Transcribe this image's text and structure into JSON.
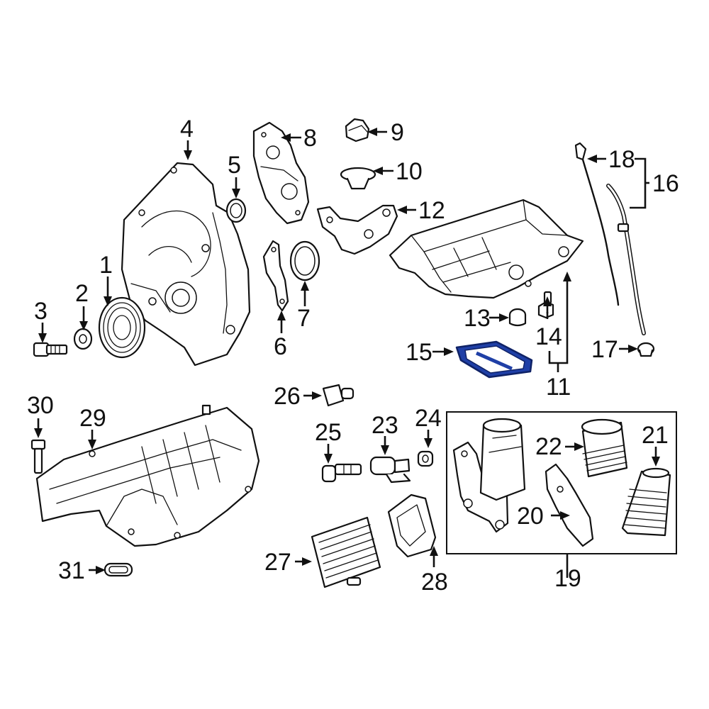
{
  "diagram": {
    "colors": {
      "ink": "#111111",
      "background": "#ffffff",
      "highlight": "#1f3fa6"
    },
    "highlighted_part": "15",
    "callouts": [
      {
        "id": "1",
        "label": "1"
      },
      {
        "id": "2",
        "label": "2"
      },
      {
        "id": "3",
        "label": "3"
      },
      {
        "id": "4",
        "label": "4"
      },
      {
        "id": "5",
        "label": "5"
      },
      {
        "id": "6",
        "label": "6"
      },
      {
        "id": "7",
        "label": "7"
      },
      {
        "id": "8",
        "label": "8"
      },
      {
        "id": "9",
        "label": "9"
      },
      {
        "id": "10",
        "label": "10"
      },
      {
        "id": "11",
        "label": "11"
      },
      {
        "id": "12",
        "label": "12"
      },
      {
        "id": "13",
        "label": "13"
      },
      {
        "id": "14",
        "label": "14"
      },
      {
        "id": "15",
        "label": "15"
      },
      {
        "id": "16",
        "label": "16"
      },
      {
        "id": "17",
        "label": "17"
      },
      {
        "id": "18",
        "label": "18"
      },
      {
        "id": "19",
        "label": "19"
      },
      {
        "id": "20",
        "label": "20"
      },
      {
        "id": "21",
        "label": "21"
      },
      {
        "id": "22",
        "label": "22"
      },
      {
        "id": "23",
        "label": "23"
      },
      {
        "id": "24",
        "label": "24"
      },
      {
        "id": "25",
        "label": "25"
      },
      {
        "id": "26",
        "label": "26"
      },
      {
        "id": "27",
        "label": "27"
      },
      {
        "id": "28",
        "label": "28"
      },
      {
        "id": "29",
        "label": "29"
      },
      {
        "id": "30",
        "label": "30"
      },
      {
        "id": "31",
        "label": "31"
      }
    ]
  }
}
